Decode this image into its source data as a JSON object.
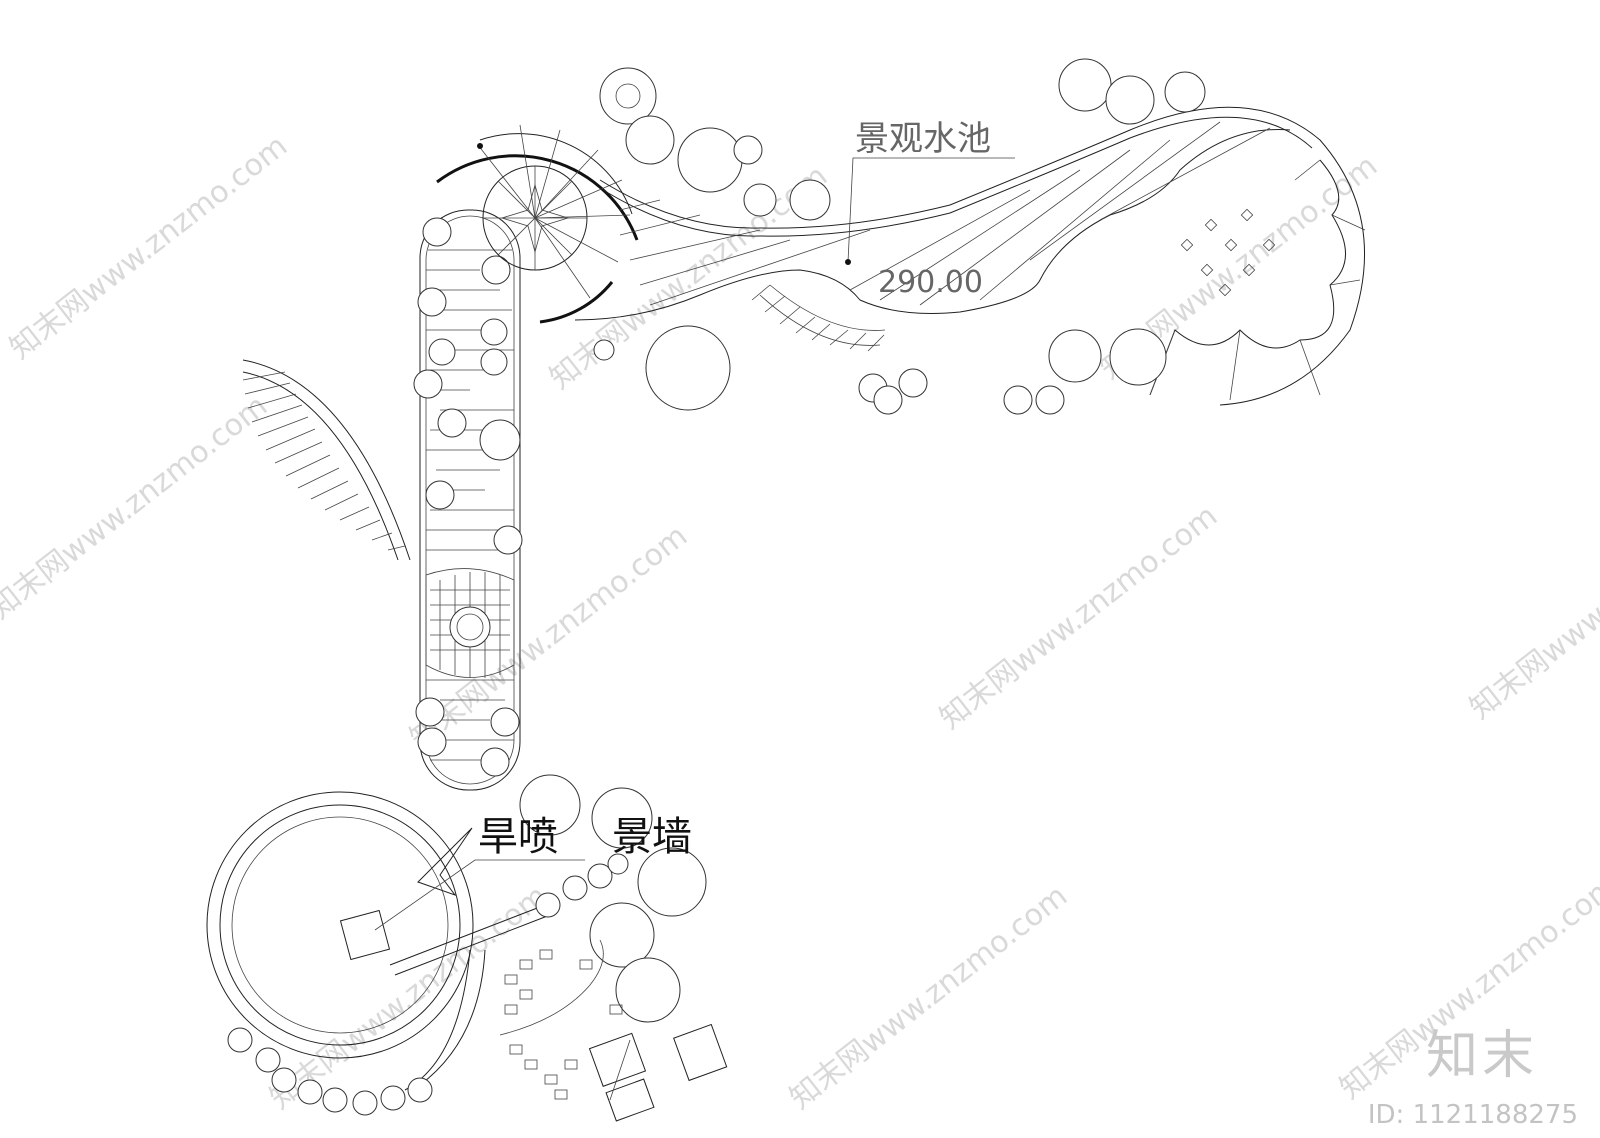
{
  "labels": {
    "pool_title": "景观水池",
    "pool_elevation": "290.00",
    "dry_fountain": "旱喷",
    "feature_wall": "景墙"
  },
  "watermark": {
    "text": "知末网www.znzmo.com",
    "brand": "知末",
    "id": "ID: 1121188275"
  },
  "colors": {
    "line": "#222222",
    "watermark": "#d9d9d9"
  }
}
